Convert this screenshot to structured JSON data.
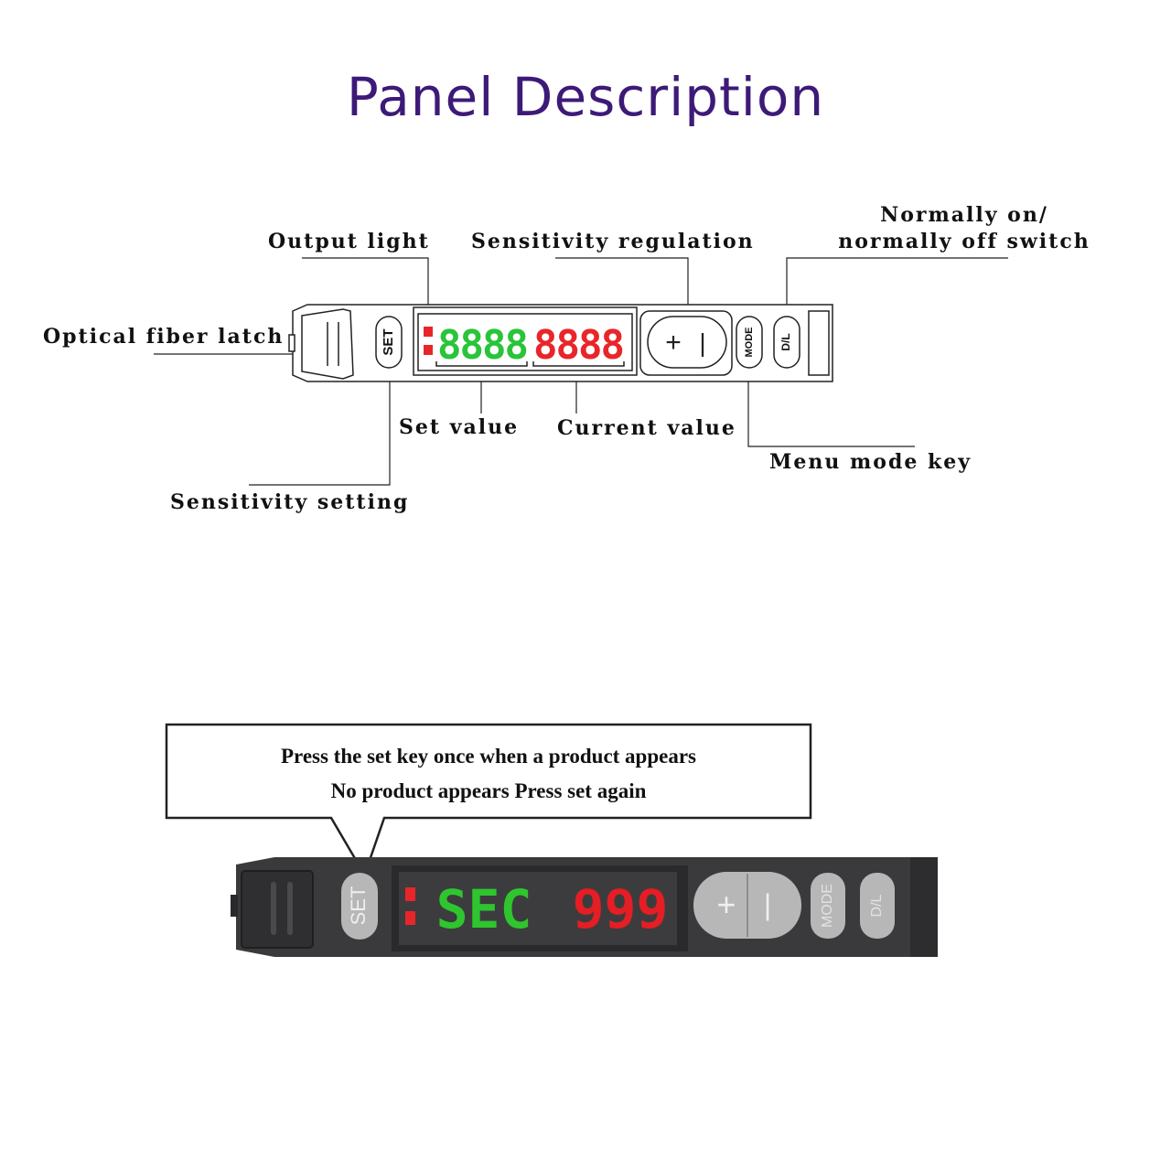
{
  "title": "Panel Description",
  "labels": {
    "output_light": "Output light",
    "sensitivity_regulation": "Sensitivity regulation",
    "normally_switch_line1": "Normally on/",
    "normally_switch_line2": "normally off switch",
    "optical_fiber_latch": "Optical fiber latch",
    "set_value": "Set value",
    "current_value": "Current value",
    "menu_mode_key": "Menu mode key",
    "sensitivity_setting": "Sensitivity setting"
  },
  "diagram_device": {
    "set_key": "SET",
    "plus": "+",
    "minus": "|",
    "mode_key": "MODE",
    "dl_key": "D/L",
    "green_digits": "8888",
    "red_digits": "8888"
  },
  "callout": {
    "line1": "Press the set key once when a product appears",
    "line2": "No product appears Press set again"
  },
  "photo_device": {
    "set_key": "SET",
    "plus": "+",
    "minus": "|",
    "mode_key": "MODE",
    "dl_key": "D/L",
    "green_digits": "SEC",
    "red_digits": "999"
  },
  "colors": {
    "title": "#3d1a78",
    "led_green": "#29c43a",
    "led_red": "#e8262a",
    "photo_body": "#3a3a3c",
    "photo_button": "#b7b7b7"
  }
}
